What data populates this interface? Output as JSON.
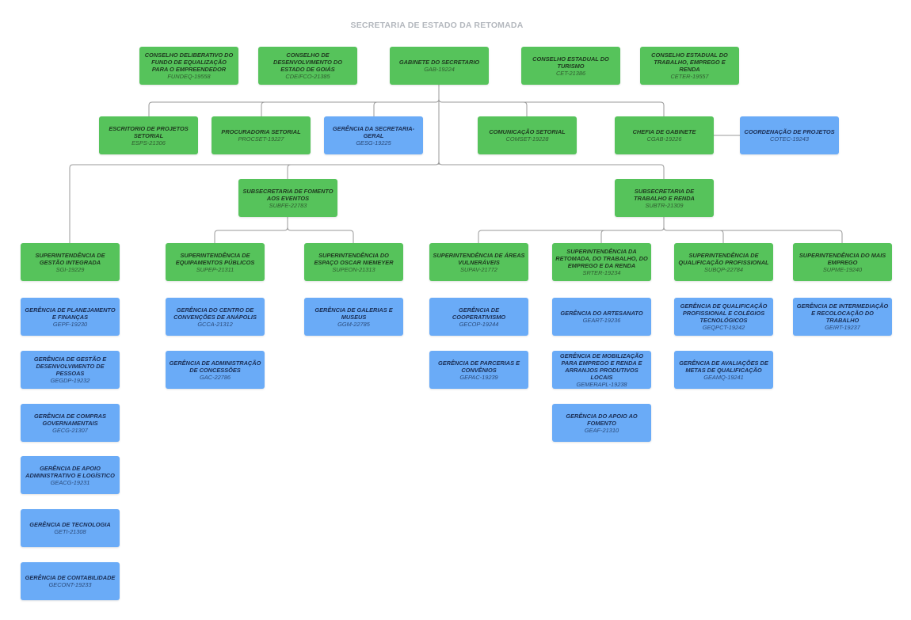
{
  "title": "SECRETARIA DE ESTADO DA RETOMADA",
  "colors": {
    "green": "#56c35b",
    "blue": "#6aabf7",
    "title": "#b3b7bd",
    "connector": "#9a9a9a"
  },
  "nodes": {
    "fundeq": {
      "name": "CONSELHO DELIBERATIVO DO FUNDO DE EQUALIZAÇÃO PARA O EMPREENDEDOR",
      "code": "FUNDEQ-19558",
      "color": "green"
    },
    "cdefco": {
      "name": "CONSELHO DE DESENVOLVIMENTO DO ESTADO DE GOIÁS",
      "code": "CDE/FCO-21385",
      "color": "green"
    },
    "gab": {
      "name": "GABINETE DO SECRETARIO",
      "code": "GAB-19224",
      "color": "green"
    },
    "cet": {
      "name": "CONSELHO ESTADUAL DO TURISMO",
      "code": "CET-21386",
      "color": "green"
    },
    "ceter": {
      "name": "CONSELHO ESTADUAL DO TRABALHO, EMPREGO E RENDA",
      "code": "CETER-19557",
      "color": "green"
    },
    "esps": {
      "name": "ESCRITORIO DE PROJETOS SETORIAL",
      "code": "ESPS-21306",
      "color": "green"
    },
    "procset": {
      "name": "PROCURADORIA SETORIAL",
      "code": "PROCSET-19227",
      "color": "green"
    },
    "gesg": {
      "name": "GERÊNCIA DA SECRETARIA-GERAL",
      "code": "GESG-19225",
      "color": "blue"
    },
    "comset": {
      "name": "COMUNICAÇÃO SETORIAL",
      "code": "COMSET-19228",
      "color": "green"
    },
    "cgab": {
      "name": "CHEFIA DE GABINETE",
      "code": "CGAB-19226",
      "color": "green"
    },
    "cotec": {
      "name": "COORDENAÇÃO DE PROJETOS",
      "code": "COTEC-19243",
      "color": "blue"
    },
    "subfe": {
      "name": "SUBSECRETARIA DE FOMENTO AOS EVENTOS",
      "code": "SUBFE-22783",
      "color": "green"
    },
    "subtr": {
      "name": "SUBSECRETARIA DE TRABALHO E RENDA",
      "code": "SUBTR-21309",
      "color": "green"
    },
    "sgi": {
      "name": "SUPERINTENDÊNCIA DE GESTÃO INTEGRADA",
      "code": "SGI-19229",
      "color": "green"
    },
    "supep": {
      "name": "SUPERINTENDÊNCIA DE EQUIPAMENTOS PÚBLICOS",
      "code": "SUPEP-21311",
      "color": "green"
    },
    "supeon": {
      "name": "SUPERINTENDÊNCIA DO ESPAÇO OSCAR NIEMEYER",
      "code": "SUPEON-21313",
      "color": "green"
    },
    "supav": {
      "name": "SUPERINTENDÊNCIA DE ÁREAS VULNERÁVEIS",
      "code": "SUPAV-21772",
      "color": "green"
    },
    "srter": {
      "name": "SUPERINTENDÊNCIA DA RETOMADA, DO TRABALHO, DO EMPREGO E DA RENDA",
      "code": "SRTER-19234",
      "color": "green"
    },
    "subqp": {
      "name": "SUPERINTENDÊNCIA DE QUALIFICAÇÃO PROFISSIONAL",
      "code": "SUBQP-22784",
      "color": "green"
    },
    "supme": {
      "name": "SUPERINTENDÊNCIA DO MAIS EMPREGO",
      "code": "SUPME-19240",
      "color": "green"
    },
    "gepf": {
      "name": "GERÊNCIA DE PLANEJAMENTO E FINANÇAS",
      "code": "GEPF-19230",
      "color": "blue"
    },
    "gegdp": {
      "name": "GERÊNCIA DE GESTÃO E DESENVOLVIMENTO DE PESSOAS",
      "code": "GEGDP-19232",
      "color": "blue"
    },
    "gecg": {
      "name": "GERÊNCIA DE COMPRAS GOVERNAMENTAIS",
      "code": "GECG-21307",
      "color": "blue"
    },
    "geacg": {
      "name": "GERÊNCIA DE APOIO ADMINISTRATIVO E LOGÍSTICO",
      "code": "GEACG-19231",
      "color": "blue"
    },
    "geti": {
      "name": "GERÊNCIA DE TECNOLOGIA",
      "code": "GETI-21308",
      "color": "blue"
    },
    "gecont": {
      "name": "GERÊNCIA DE CONTABILIDADE",
      "code": "GECONT-19233",
      "color": "blue"
    },
    "gcca": {
      "name": "GERÊNCIA DO CENTRO DE CONVENÇÕES DE ANÁPOLIS",
      "code": "GCCA-21312",
      "color": "blue"
    },
    "gac": {
      "name": "GERÊNCIA DE ADMINISTRAÇÃO DE CONCESSÕES",
      "code": "GAC-22786",
      "color": "blue"
    },
    "ggm": {
      "name": "GERÊNCIA DE GALERIAS E MUSEUS",
      "code": "GGM-22785",
      "color": "blue"
    },
    "gecop": {
      "name": "GERÊNCIA DE COOPERATIVISMO",
      "code": "GECOP-19244",
      "color": "blue"
    },
    "gepac": {
      "name": "GERÊNCIA DE PARCERIAS E CONVÊNIOS",
      "code": "GEPAC-19239",
      "color": "blue"
    },
    "geart": {
      "name": "GERÊNCIA DO ARTESANATO",
      "code": "GEART-19236",
      "color": "blue"
    },
    "gemerapl": {
      "name": "GERÊNCIA DE MOBILIZAÇÃO PARA EMPREGO E RENDA E ARRANJOS PRODUTIVOS LOCAIS",
      "code": "GEMERAPL-19238",
      "color": "blue"
    },
    "geaf": {
      "name": "GERÊNCIA DO APOIO AO FOMENTO",
      "code": "GEAF-21310",
      "color": "blue"
    },
    "geqpct": {
      "name": "GERÊNCIA DE QUALIFICAÇÃO PROFISSIONAL E COLÉGIOS TECNOLÓGICOS",
      "code": "GEQPCT-19242",
      "color": "blue"
    },
    "geamq": {
      "name": "GERÊNCIA DE AVALIAÇÕES DE METAS DE QUALIFICAÇÃO",
      "code": "GEAMQ-19241",
      "color": "blue"
    },
    "geirt": {
      "name": "GERÊNCIA DE INTERMEDIAÇÃO E RECOLOCAÇÃO DO TRABALHO",
      "code": "GEIRT-19237",
      "color": "blue"
    }
  }
}
